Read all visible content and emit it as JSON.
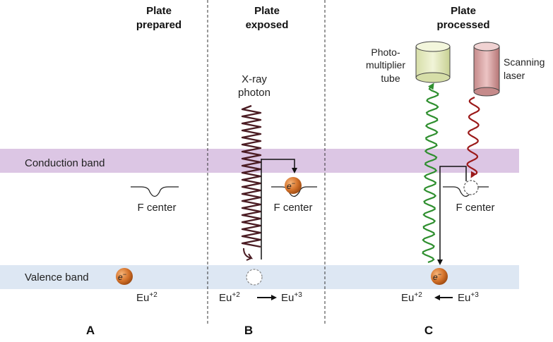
{
  "panels": {
    "a": {
      "title_line1": "Plate",
      "title_line2": "prepared",
      "letter": "A"
    },
    "b": {
      "title_line1": "Plate",
      "title_line2": "exposed",
      "letter": "B"
    },
    "c": {
      "title_line1": "Plate",
      "title_line2": "processed",
      "letter": "C"
    }
  },
  "bands": {
    "conduction": "Conduction band",
    "valence": "Valence band",
    "conduction_color": "#dcc6e4",
    "valence_color": "#dde7f3"
  },
  "labels": {
    "f_center": "F center",
    "xray_line1": "X-ray",
    "xray_line2": "photon",
    "pmt_line1": "Photo-",
    "pmt_line2": "multiplier",
    "pmt_line3": "tube",
    "laser_line1": "Scanning",
    "laser_line2": "laser",
    "electron": "e",
    "electron_sup": "−",
    "eu": "Eu",
    "eu_plus2": "+2",
    "eu_plus3": "+3"
  },
  "colors": {
    "xray_wave": "#4a1b22",
    "green_wave": "#2f8f2f",
    "laser_wave": "#9b1a1a",
    "electron": "#d4722a",
    "pmt_body": "#e6ecc4",
    "laser_body": "#d9a6a6"
  }
}
